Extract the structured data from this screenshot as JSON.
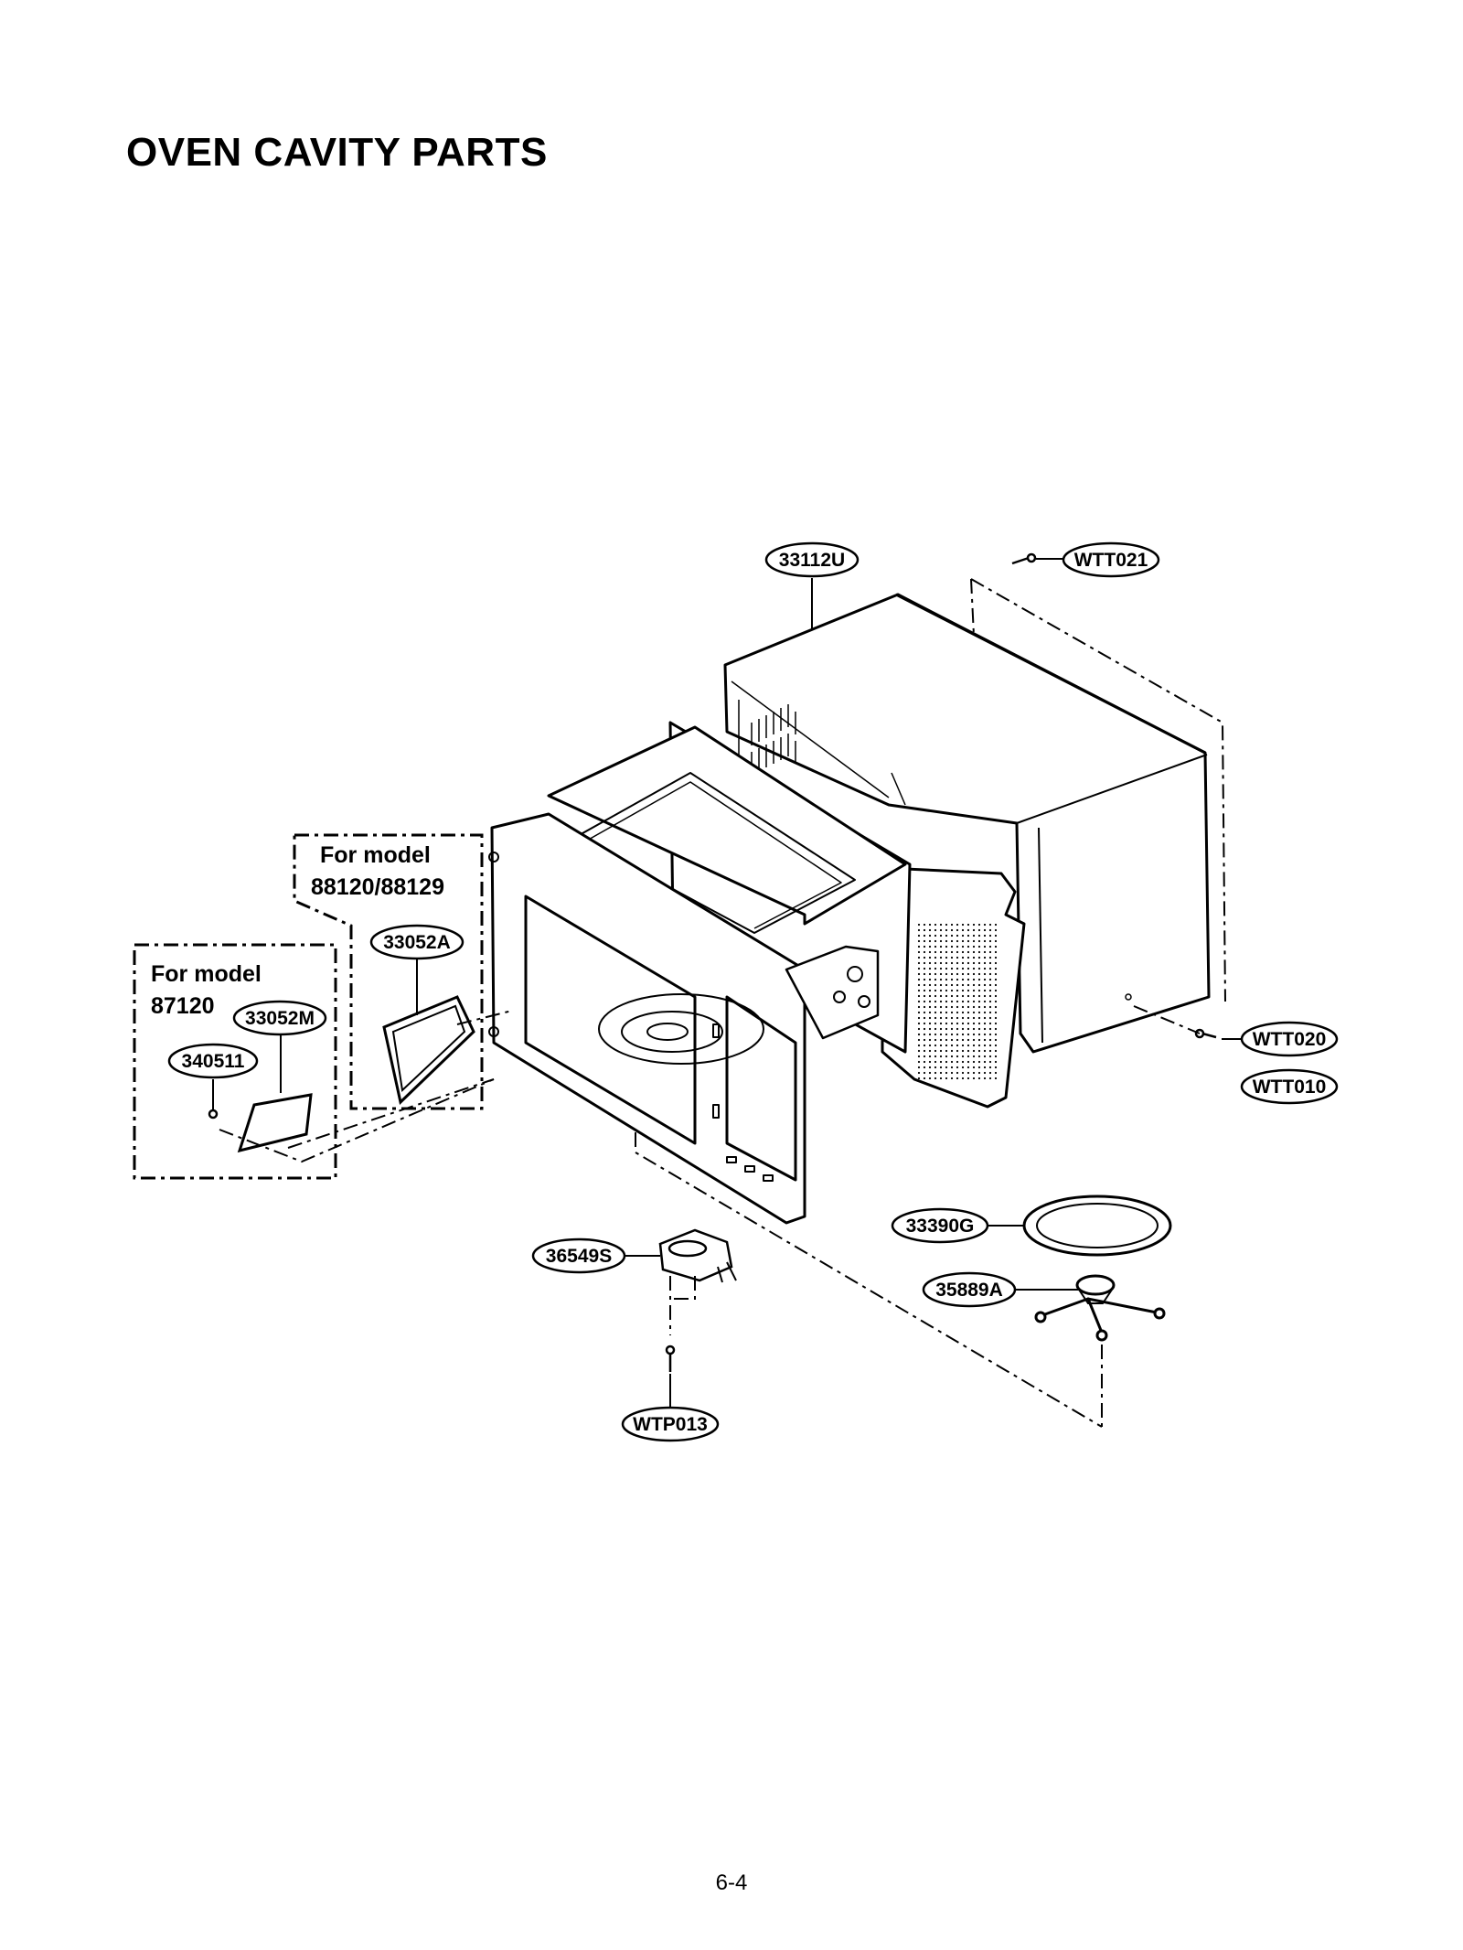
{
  "page": {
    "title": "OVEN CAVITY PARTS",
    "page_number": "6-4"
  },
  "groups": {
    "group_88120": {
      "line1": "For model",
      "line2": "88120/88129"
    },
    "group_87120": {
      "line1": "For model",
      "line2": "87120"
    }
  },
  "callouts": {
    "c33112U": "33112U",
    "cWTT021": "WTT021",
    "c33052A": "33052A",
    "c33052M": "33052M",
    "c340511": "340511",
    "cWTT020": "WTT020",
    "cWTT010": "WTT010",
    "c33390G": "33390G",
    "c35889A": "35889A",
    "c36549S": "36549S",
    "cWTP013": "WTP013"
  }
}
